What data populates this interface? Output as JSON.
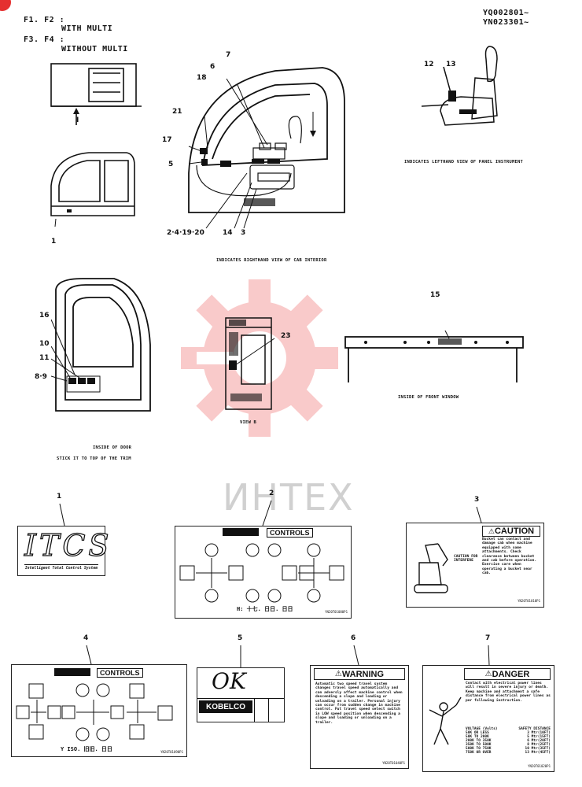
{
  "header": {
    "variant_line1_code": "F1. F2 :",
    "variant_line1_text": "WITH MULTI",
    "variant_line2_code": "F3. F4 :",
    "variant_line2_text": "WITHOUT MULTI",
    "serial_1": "YQ002801~",
    "serial_2": "YN023301~"
  },
  "captions": {
    "panel_view": "INDICATES LEFTHAND VIEW OF PANEL INSTRUMENT",
    "cab_view": "INDICATES RIGHTHAND VIEW OF CAB INTERIOR",
    "door_1": "INSIDE OF DOOR",
    "door_2": "STICK IT TO TOP OF THE TRIM",
    "view_b": "VIEW B",
    "front_window": "INSIDE OF FRONT WINDOW"
  },
  "callouts": {
    "c1": "1",
    "c2": "2·4·19·20",
    "c3": "3",
    "c5": "5",
    "c6": "6",
    "c7": "7",
    "c8": "8·9",
    "c10": "10",
    "c11": "11",
    "c12": "12",
    "c13": "13",
    "c14": "14",
    "c15": "15",
    "c16": "16",
    "c17": "17",
    "c18": "18",
    "c21": "21",
    "c23": "23",
    "arrow_i": "I"
  },
  "watermark": {
    "text": "ИНТЕХ",
    "color": "#e83a3a"
  },
  "decals": {
    "d1": {
      "num": "1",
      "logo": "ITCS",
      "sub": "Intelligent Total Control System"
    },
    "d2": {
      "num": "2",
      "title": "CONTROLS",
      "foot": "H: 十七. 日日. 日日",
      "code": "YN20T01080P1"
    },
    "d3": {
      "num": "3",
      "head": "CAUTION",
      "side": "CAUTION FOR INTERFERE",
      "body": "Bucket can contact and damage cab when machine equipped with some attachments. Check clearance between bucket and cab before operation. Exercise care when operating a bucket near cab.",
      "code": "YN20T01010P1"
    },
    "d4": {
      "num": "4",
      "title": "CONTROLS",
      "foot": "Y  ISO. 旧旧. 日日",
      "code": "YN20T01090P1"
    },
    "d5": {
      "num": "5",
      "mark": "OK",
      "brand": "KOBELCO"
    },
    "d6": {
      "num": "6",
      "head": "WARNING",
      "body": "Automatic two speed travel system changes travel speed automatically and can adversly affect machine control when descending a slope and loading or unloading on a trailer. Personal injury can occur from sudden change in machine control. Put travel speed select switch in LOW speed position when descending a slope and loading or unloading on a trailer.",
      "code": "YN20T01040P1"
    },
    "d7": {
      "num": "7",
      "head": "DANGER",
      "body": "Contact with electrical power lines will result in severe injury or death. Keep machine and attachment a safe distance from electrical power lines as per following instruction.",
      "table_head": [
        "VOLTAGE (Volts)",
        "SAFETY DISTANCE"
      ],
      "table_rows": [
        [
          "50K OR LESS",
          "3 Mtr(10FT)"
        ],
        [
          "50K TO 200K",
          "5 Mtr(15FT)"
        ],
        [
          "200K TO 350K",
          "6 Mtr(20FT)"
        ],
        [
          "350K TO 500K",
          "8 Mtr(25FT)"
        ],
        [
          "500K TO 750K",
          "10 Mtr(35FT)"
        ],
        [
          "750K OR OVER",
          "13 Mtr(45FT)"
        ]
      ],
      "code": "YN20T01020P1"
    }
  }
}
